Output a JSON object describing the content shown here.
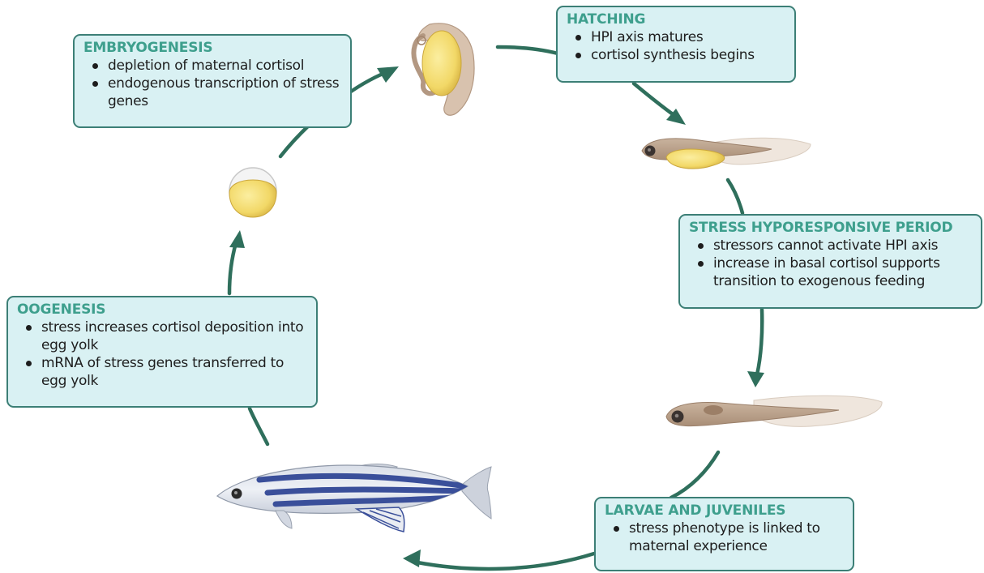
{
  "stages": [
    {
      "title": "EMBRYOGENESIS",
      "points": [
        "depletion of maternal cortisol",
        "endogenous transcription of stress genes"
      ]
    },
    {
      "title": "HATCHING",
      "points": [
        "HPI axis matures",
        "cortisol synthesis begins"
      ]
    },
    {
      "title": "STRESS HYPORESPONSIVE PERIOD",
      "points": [
        "stressors cannot activate HPI axis",
        "increase in basal cortisol supports transition to exogenous feeding"
      ]
    },
    {
      "title": "OOGENESIS",
      "points": [
        "stress increases cortisol deposition into egg yolk",
        "mRNA of stress genes transferred to egg yolk"
      ]
    },
    {
      "title": "LARVAE AND JUVENILES",
      "points": [
        "stress phenotype is linked to maternal experience"
      ]
    }
  ],
  "colors": {
    "box_fill": "#d9f1f3",
    "box_border": "#3c7f76",
    "title_text": "#3e9f8d",
    "arrow": "#2f6f5c",
    "yolk": "#f3dc72",
    "fish_stripe": "#3a4f9a"
  },
  "icons": [
    "egg-icon",
    "embryo-icon",
    "hatchling-icon",
    "larva-icon",
    "adult-zebrafish-icon"
  ]
}
